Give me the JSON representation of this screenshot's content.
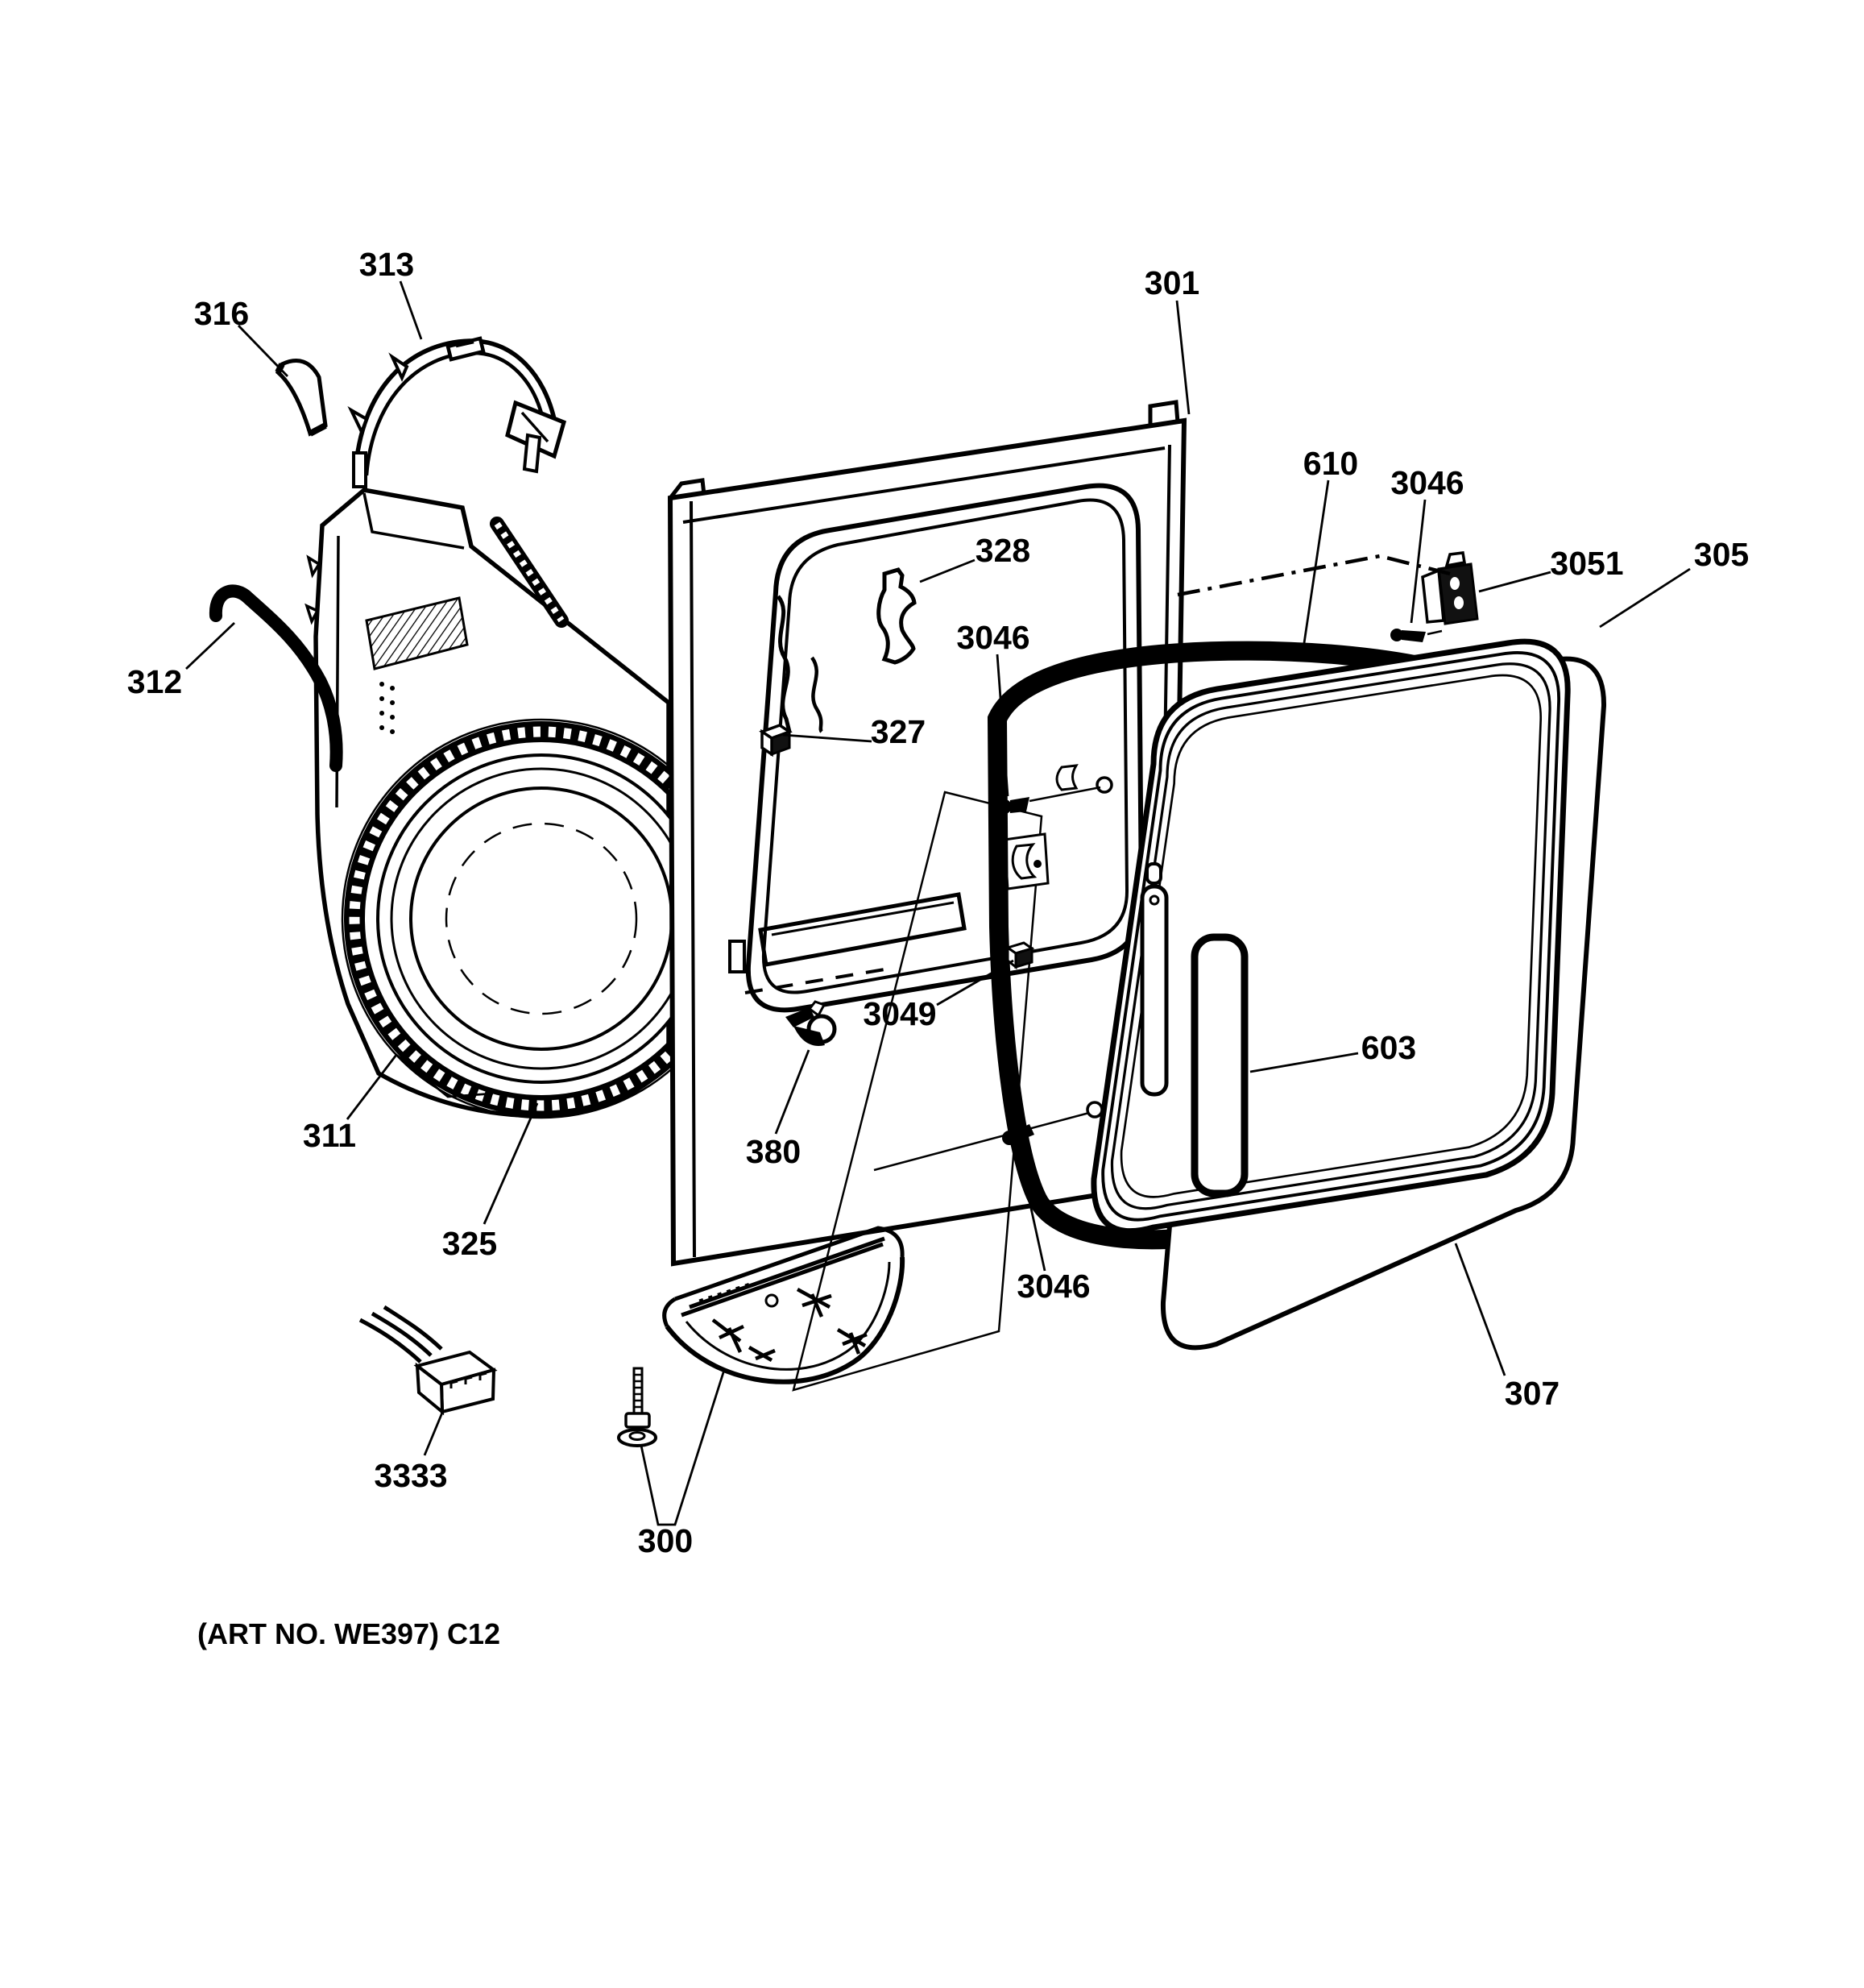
{
  "diagram": {
    "art_note": "(ART NO. WE397) C12",
    "colors": {
      "ink": "#000000",
      "paper": "#ffffff"
    },
    "parts": {
      "p313": {
        "label": "313"
      },
      "p316": {
        "label": "316"
      },
      "p312": {
        "label": "312"
      },
      "p311": {
        "label": "311"
      },
      "p325": {
        "label": "325"
      },
      "p3333": {
        "label": "3333"
      },
      "p300": {
        "label": "300"
      },
      "p380": {
        "label": "380"
      },
      "p301": {
        "label": "301"
      },
      "p328": {
        "label": "328"
      },
      "p327": {
        "label": "327"
      },
      "p3046_top": {
        "label": "3046"
      },
      "p3046_mid": {
        "label": "3046"
      },
      "p3046_bottom": {
        "label": "3046"
      },
      "p3049": {
        "label": "3049"
      },
      "p3051": {
        "label": "3051"
      },
      "p610": {
        "label": "610"
      },
      "p305": {
        "label": "305"
      },
      "p307": {
        "label": "307"
      },
      "p603": {
        "label": "603"
      }
    }
  }
}
